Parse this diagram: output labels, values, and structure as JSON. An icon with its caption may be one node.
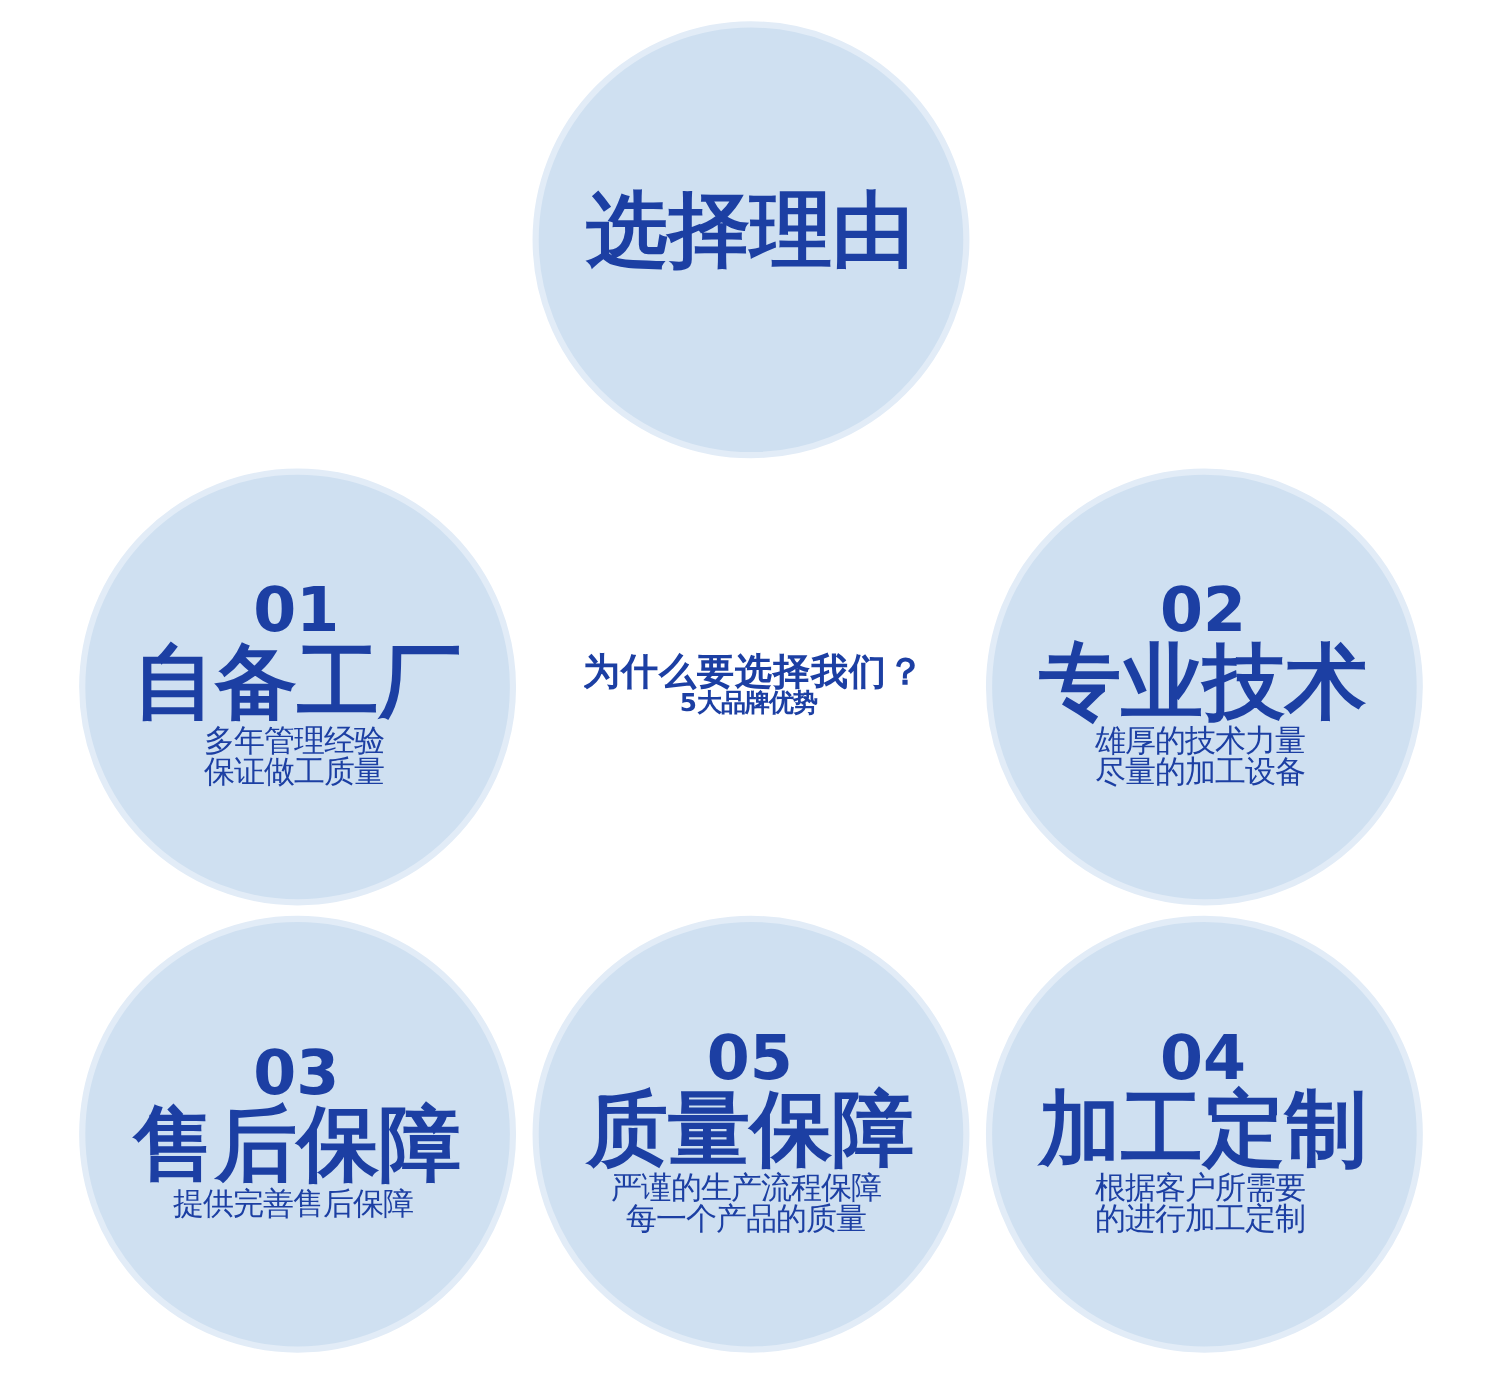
{
  "diagram": {
    "nodes": [
      {
        "text": [
          "选择理由"
        ]
      },
      {
        "text": [
          "01",
          "自备工厂",
          "多年管理经验保证做工质量"
        ]
      },
      {
        "text": [
          "02",
          "专业技术",
          "雄厚的技术力量尽量的加工设备"
        ]
      },
      {
        "text": [
          "03",
          "售后保障",
          "提供完善售后保障"
        ]
      },
      {
        "text": [
          "04",
          "加工定制",
          "根据客户所需要的进行加工定制"
        ]
      },
      {
        "text": [
          "05",
          "质量保障",
          "严谨的生产流程保障每一个产品的质量"
        ]
      }
    ],
    "labels": [
      "为什么要选择我们？",
      "5大品牌优势"
    ]
  }
}
